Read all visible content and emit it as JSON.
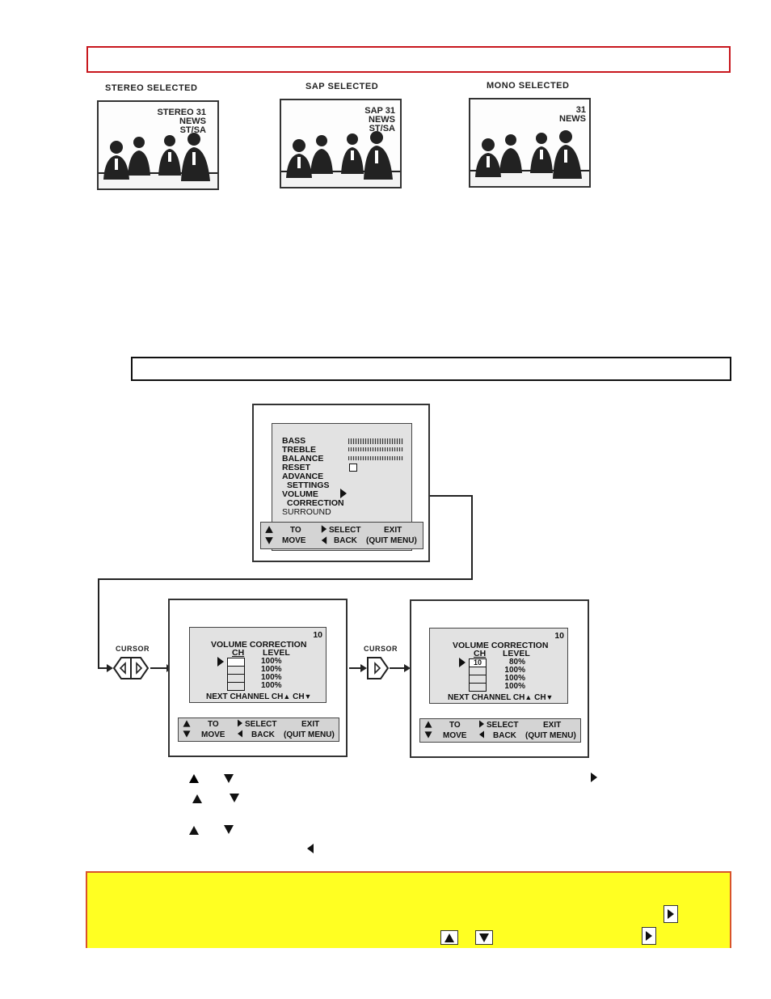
{
  "top_bar": {
    "text": ""
  },
  "tv_screens": [
    {
      "caption": "STEREO SELECTED",
      "lines": [
        "STEREO   31",
        "NEWS",
        "ST/SA"
      ]
    },
    {
      "caption": "SAP SELECTED",
      "lines": [
        "SAP        31",
        "NEWS",
        "ST/SA"
      ]
    },
    {
      "caption": "MONO SELECTED",
      "lines": [
        "31",
        "NEWS"
      ]
    }
  ],
  "second_bar": {
    "text": ""
  },
  "audio_menu": {
    "items": [
      "BASS",
      "TREBLE",
      "BALANCE",
      "RESET",
      "ADVANCE",
      "SETTINGS",
      "VOLUME",
      "CORRECTION",
      "SURROUND"
    ],
    "nav": {
      "to": "TO",
      "move": "MOVE",
      "select": "SELECT",
      "back": "BACK",
      "exit": "EXIT",
      "quit": "(QUIT MENU)"
    }
  },
  "cursor_label": "CURSOR",
  "vc_left": {
    "channel": "10",
    "title": "VOLUME CORRECTION",
    "col_ch": "CH",
    "col_level": "LEVEL",
    "ch_values": [
      "",
      "",
      "",
      ""
    ],
    "levels": [
      "100%",
      "100%",
      "100%",
      "100%"
    ],
    "footer": "NEXT CHANNEL CH",
    "footer_ch": "CH",
    "nav": {
      "to": "TO",
      "move": "MOVE",
      "select": "SELECT",
      "back": "BACK",
      "exit": "EXIT",
      "quit": "(QUIT MENU)"
    }
  },
  "vc_right": {
    "channel": "10",
    "title": "VOLUME CORRECTION",
    "col_ch": "CH",
    "col_level": "LEVEL",
    "ch_values": [
      "10",
      "",
      "",
      ""
    ],
    "levels": [
      "80%",
      "100%",
      "100%",
      "100%"
    ],
    "footer": "NEXT CHANNEL CH",
    "footer_ch": "CH",
    "nav": {
      "to": "TO",
      "move": "MOVE",
      "select": "SELECT",
      "back": "BACK",
      "exit": "EXIT",
      "quit": "(QUIT MENU)"
    }
  },
  "colors": {
    "red_border": "#c8171d",
    "note_bg": "#ffff22",
    "note_border": "#d9532a"
  }
}
